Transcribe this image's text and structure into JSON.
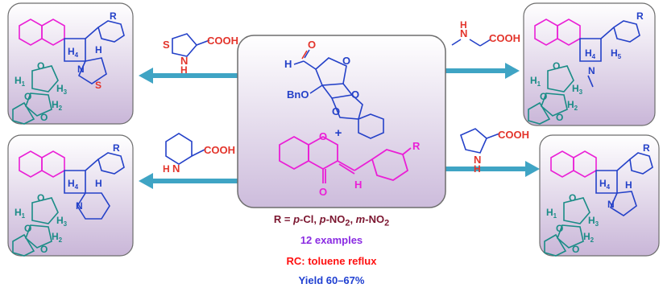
{
  "reagents": {
    "thiazolidine": {
      "cooh": "COOH",
      "s": "S",
      "nh": "N",
      "h": "H"
    },
    "sarcosine": {
      "cooh": "COOH",
      "nh": "N",
      "h": "H"
    },
    "pipecolic": {
      "cooh": "COOH",
      "nh": "N",
      "h": "H"
    },
    "proline": {
      "cooh": "COOH",
      "nh": "N",
      "h": "H"
    }
  },
  "center": {
    "sugar": {
      "h": "H",
      "o_aldehyde": "O",
      "bno": "BnO",
      "o_ring": "O",
      "o1": "O",
      "o2": "O"
    },
    "plus": "+",
    "chromanone": {
      "o_ring": "O",
      "o_keto": "O",
      "h": "H",
      "r": "R"
    }
  },
  "products": {
    "top_left": {
      "r": "R",
      "h4": "H",
      "h4_sub": "4",
      "h": "H",
      "n": "N",
      "s": "S",
      "h1": "H",
      "h1_sub": "1",
      "h2": "H",
      "h2_sub": "2",
      "h3": "H",
      "h3_sub": "3",
      "o1": "O",
      "o2": "O",
      "o3": "O"
    },
    "top_right": {
      "r": "R",
      "h4": "H",
      "h4_sub": "4",
      "h5": "H",
      "h5_sub": "5",
      "n": "N",
      "h1": "H",
      "h1_sub": "1",
      "h2": "H",
      "h2_sub": "2",
      "h3": "H",
      "h3_sub": "3",
      "o1": "O",
      "o2": "O",
      "o3": "O"
    },
    "bottom_left": {
      "r": "R",
      "h4": "H",
      "h4_sub": "4",
      "h": "H",
      "n": "N",
      "h1": "H",
      "h1_sub": "1",
      "h2": "H",
      "h2_sub": "2",
      "h3": "H",
      "h3_sub": "3",
      "o1": "O",
      "o2": "O",
      "o3": "O"
    },
    "bottom_right": {
      "r": "R",
      "h4": "H",
      "h4_sub": "4",
      "h": "H",
      "n": "N",
      "h1": "H",
      "h1_sub": "1",
      "h2": "H",
      "h2_sub": "2",
      "h3": "H",
      "h3_sub": "3",
      "o1": "O",
      "o2": "O",
      "o3": "O"
    }
  },
  "caption": {
    "r_line": [
      "R = ",
      "p",
      "-Cl, ",
      "p",
      "-NO",
      "2",
      ", ",
      "m",
      "-NO",
      "2"
    ],
    "examples": "12 examples",
    "conditions": "RC: toluene reflux",
    "yield": "Yield 60–67%"
  },
  "colors": {
    "box_fill_top": "#ffffff",
    "box_fill_bottom": "#c9b6d8",
    "box_border": "#6d6d6d",
    "arrow": "#3fa4c4",
    "reagent": "#e3342b",
    "magenta": "#ea1fd6",
    "teal": "#1a8c86",
    "blue": "#2441c8",
    "dark_red": "#7b1630",
    "purple": "#8a2be2",
    "red": "#ff1010",
    "yield_blue": "#1f3fd1"
  }
}
